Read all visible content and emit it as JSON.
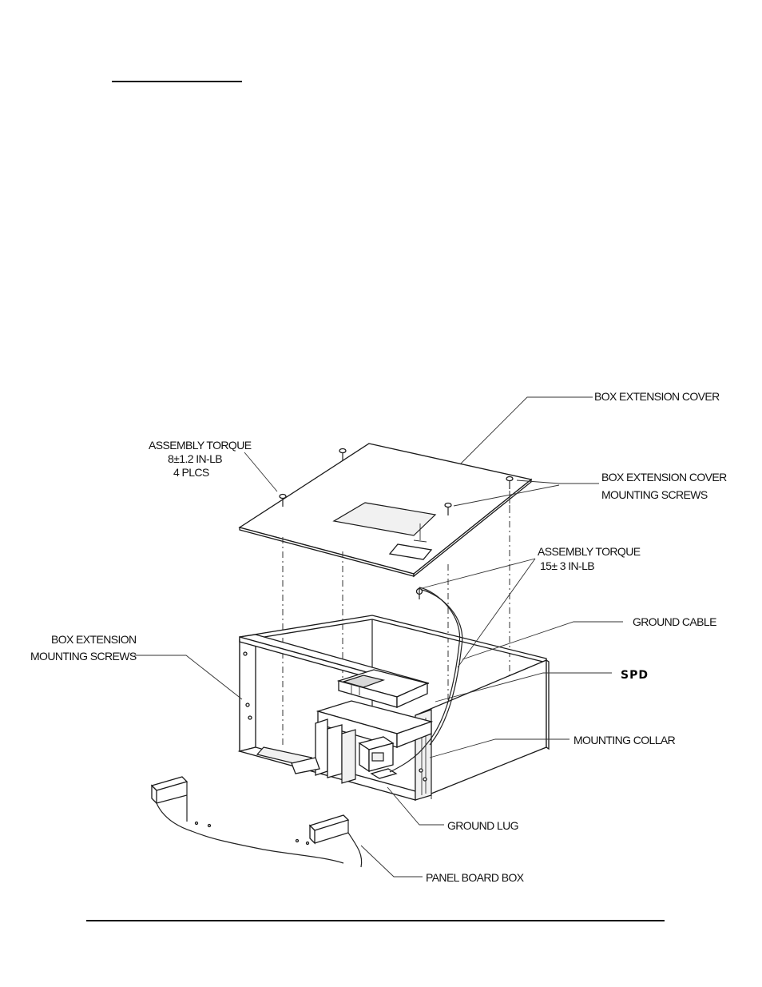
{
  "labels": {
    "box_extension_cover": "BOX EXTENSION COVER",
    "assembly_torque_1": "ASSEMBLY TORQUE",
    "assembly_torque_1_value": "8±1.2 IN-LB",
    "assembly_torque_1_qty": "4 PLCS",
    "cover_screws_1": "BOX EXTENSION COVER",
    "cover_screws_2": "MOUNTING SCREWS",
    "assembly_torque_2": "ASSEMBLY TORQUE",
    "assembly_torque_2_value": "15± 3 IN-LB",
    "ground_cable": "GROUND CABLE",
    "box_ext_screws_1": "BOX EXTENSION",
    "box_ext_screws_2": "MOUNTING SCREWS",
    "spd": "SPD",
    "mounting_collar": "MOUNTING COLLAR",
    "ground_lug": "GROUND LUG",
    "panel_board_box": "PANEL BOARD BOX"
  }
}
